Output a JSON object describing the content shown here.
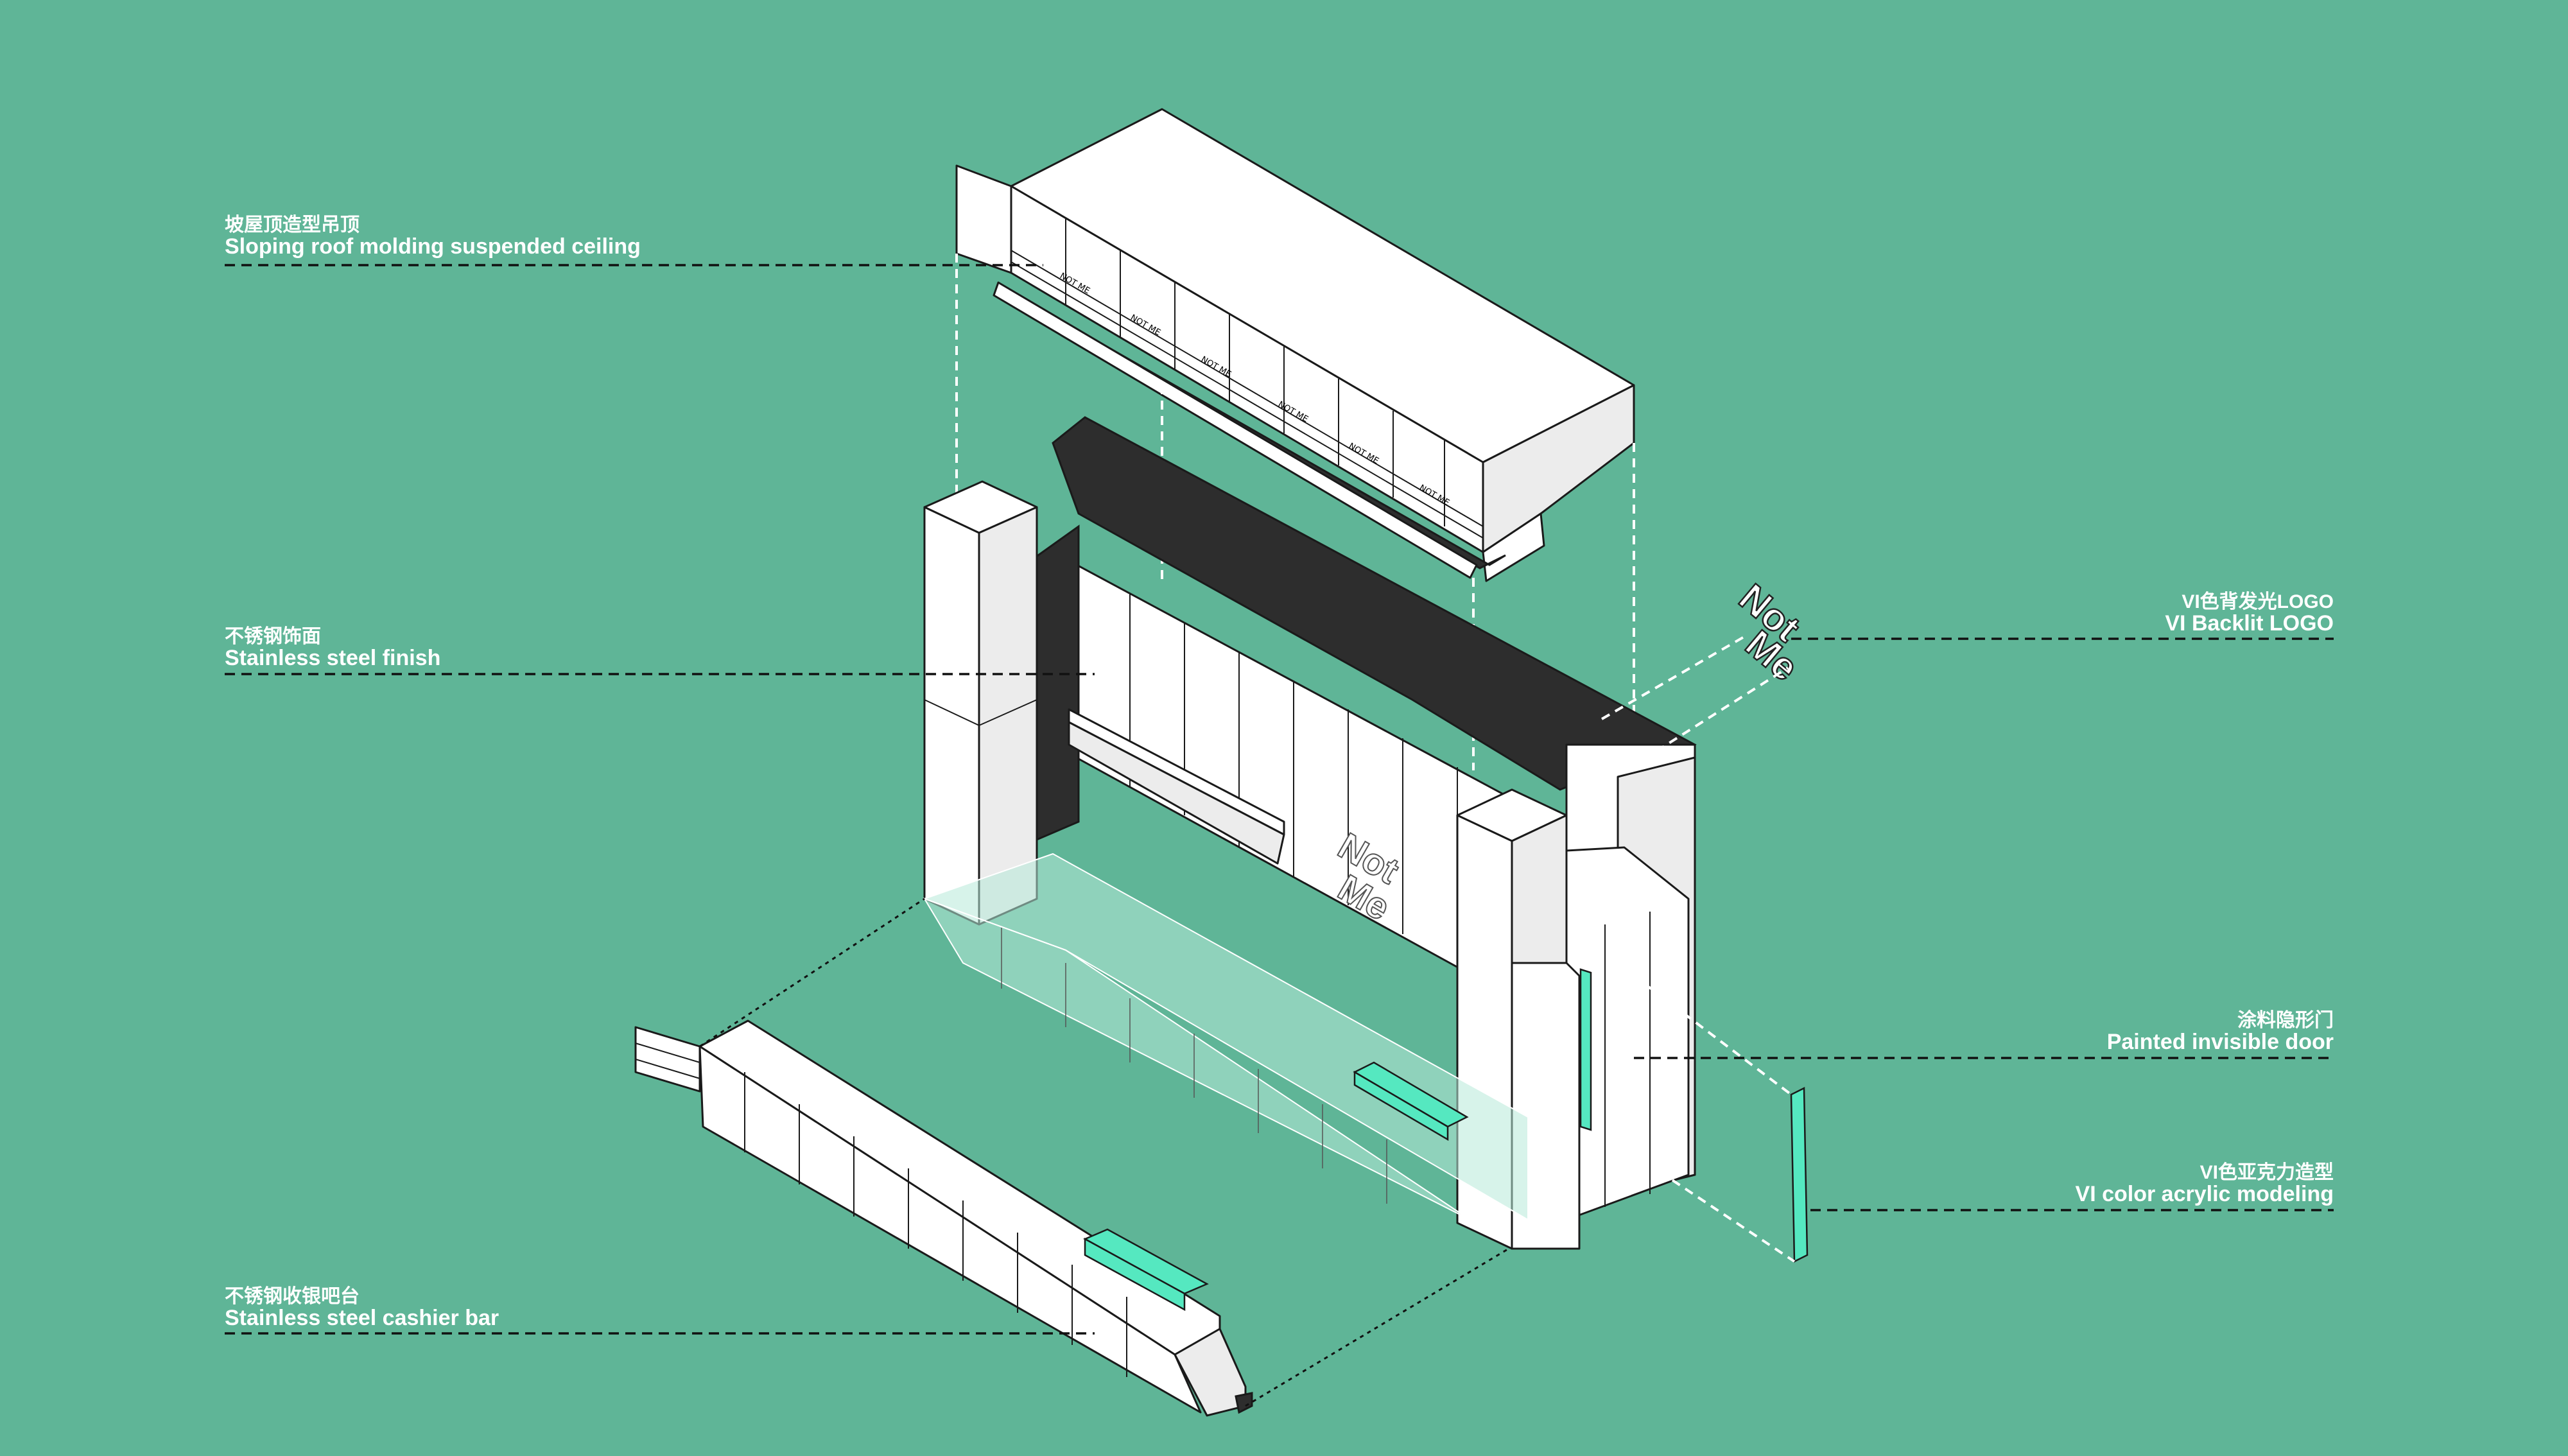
{
  "colors": {
    "background": "#5fb597",
    "panel": "#ffffff",
    "panel_shade": "#eeeeee",
    "dark_surface": "#2d2d2d",
    "acrylic_accent": "#55e8c0",
    "line": "#1a1a1a"
  },
  "logo": {
    "line1": "Not",
    "line2": "Me"
  },
  "ceiling_sign_text": "NOT ME",
  "labels": {
    "ceiling": {
      "cn": "坡屋顶造型吊顶",
      "en": "Sloping roof molding suspended ceiling"
    },
    "stainless_finish": {
      "cn": "不锈钢饰面",
      "en": "Stainless steel finish"
    },
    "cashier_bar": {
      "cn": "不锈钢收银吧台",
      "en": "Stainless steel cashier bar"
    },
    "backlit_logo": {
      "cn": "VI色背发光LOGO",
      "en": "VI Backlit LOGO"
    },
    "invisible_door": {
      "cn": "涂料隐形门",
      "en": "Painted invisible door"
    },
    "acrylic_modeling": {
      "cn": "VI色亚克力造型",
      "en": "VI color acrylic modeling"
    }
  }
}
